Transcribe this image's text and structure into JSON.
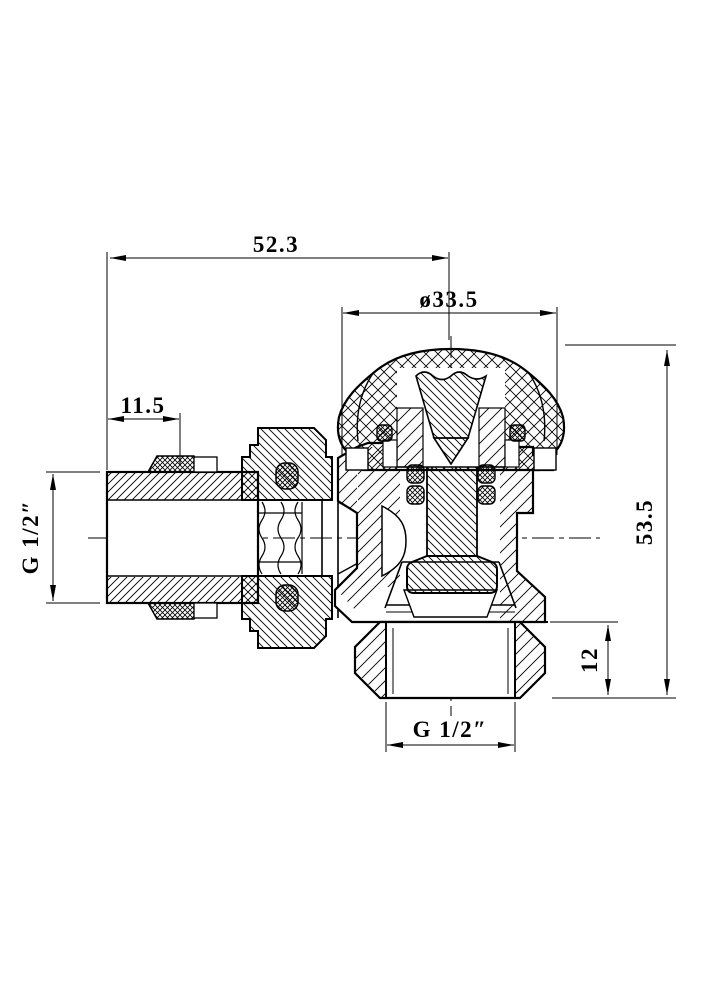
{
  "drawing": {
    "type": "technical-section-drawing",
    "subject": "angle radiator valve cross-section",
    "colors": {
      "line": "#000000",
      "background": "#ffffff"
    },
    "labels": {
      "total_width": "52.3",
      "handle_diameter": "ø33.5",
      "tailpiece_length": "11.5",
      "inlet_thread": "G 1/2″",
      "total_height": "53.5",
      "outlet_nut_height": "12",
      "outlet_thread": "G 1/2″"
    }
  }
}
